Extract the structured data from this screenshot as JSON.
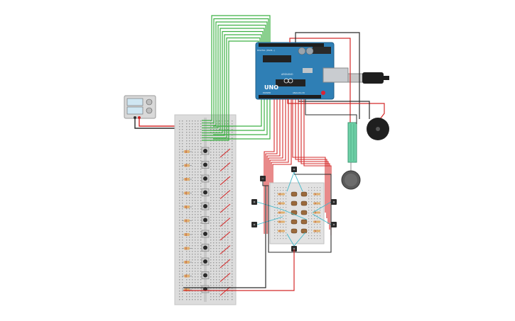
{
  "canvas": {
    "background": "#ffffff"
  },
  "arduino": {
    "logo": "UNO",
    "brand_text": "ARDUINO",
    "board_color": "#2f7fb5",
    "labels": [
      "DIGITAL (PWM~)",
      "POWER",
      "ANALOG IN"
    ]
  },
  "colors": {
    "wire_green": "#3cb043",
    "wire_red": "#d42a2a",
    "wire_black": "#2b2b2b",
    "wire_cyan": "#3fb8c9",
    "breadboard": "#dcdcdc",
    "power_supply": "#d9d9d9",
    "flex_sensor": "#6fd1a7",
    "buzzer": "#1f1f1f"
  },
  "components": [
    {
      "name": "power-supply",
      "kind": "DC power supply"
    },
    {
      "name": "main-breadboard",
      "kind": "breadboard full",
      "pushbuttons": 11,
      "resistors": 11
    },
    {
      "name": "arduino-uno",
      "kind": "microcontroller"
    },
    {
      "name": "usb-cable",
      "kind": "usb connector"
    },
    {
      "name": "piezo-buzzer",
      "kind": "piezo"
    },
    {
      "name": "flex-sensor",
      "kind": "flex sensor"
    },
    {
      "name": "force-sensor",
      "kind": "force sensitive resistor"
    },
    {
      "name": "small-breadboard",
      "kind": "breadboard small",
      "leds": 10,
      "resistors": 10
    },
    {
      "name": "photoresistors",
      "kind": "photodiodes",
      "count": 6
    }
  ]
}
